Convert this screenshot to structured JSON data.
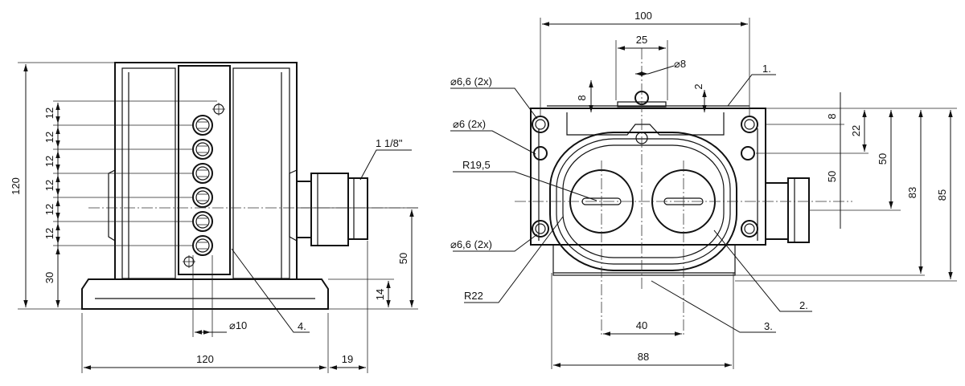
{
  "dimensions": {
    "left_height_total": "120",
    "left_pitch_1": "12",
    "left_pitch_2": "12",
    "left_pitch_3": "12",
    "left_pitch_4": "12",
    "left_pitch_5": "12",
    "left_pitch_6": "12",
    "left_bottom_offset": "30",
    "left_base_width": "120",
    "left_conduit_depth": "19",
    "left_conduit_height": "50",
    "left_base_height": "14",
    "led_diameter": "⌀10",
    "thread_size": "1 1/8\"",
    "right_top_width": "100",
    "right_button_spacing": "25",
    "right_pin_diameter": "⌀8",
    "right_small_8": "8",
    "right_small_2": "2",
    "right_hole_66_top": "⌀6,6 (2x)",
    "right_hole_6": "⌀6 (2x)",
    "right_r195": "R19,5",
    "right_hole_66_bottom": "⌀6,6 (2x)",
    "right_r22": "R22",
    "right_bottom_40": "40",
    "right_bottom_88": "88",
    "right_v_8": "8",
    "right_v_22": "22",
    "right_v_50a": "50",
    "right_v_50b": "50",
    "right_v_83": "83",
    "right_v_85": "85"
  },
  "callouts": {
    "item_1": "1.",
    "item_2": "2.",
    "item_3": "3.",
    "item_4": "4."
  }
}
